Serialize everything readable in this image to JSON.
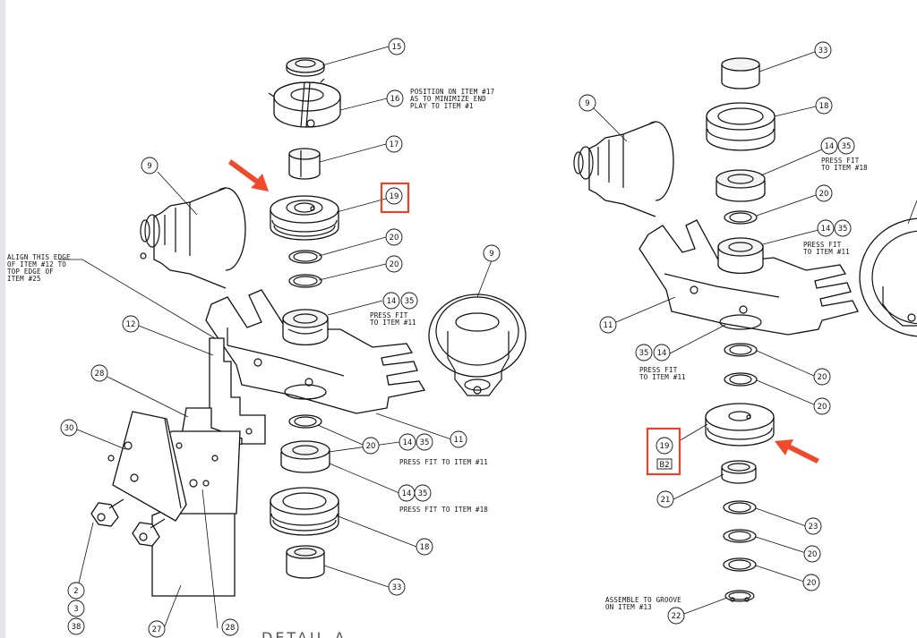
{
  "colors": {
    "highlight": "#e8432b",
    "arrow": "#ef4a2c",
    "line": "#111111"
  },
  "left_view": {
    "balloons": {
      "b15": "15",
      "b16": "16",
      "b17": "17",
      "b19": "19",
      "b9a": "9",
      "b20a": "20",
      "b20b": "20",
      "b14a": "14",
      "b35a": "35",
      "b9b": "9",
      "b12": "12",
      "b28a": "28",
      "b30": "30",
      "b20c": "20",
      "b14b": "14",
      "b35b": "35",
      "b11": "11",
      "b14c": "14",
      "b35c": "35",
      "b18": "18",
      "b33": "33",
      "b2": "2",
      "b3": "3",
      "b38": "38",
      "b27": "27",
      "b28b": "28"
    },
    "notes": {
      "pos1": "POSITION ON ITEM #17",
      "pos2": "AS TO MINIMIZE END",
      "pos3": "PLAY TO ITEM #1",
      "align1": "ALIGN THIS EDGE",
      "align2": "OF ITEM #12 TO",
      "align3": "TOP EDGE OF",
      "align4": "ITEM #25",
      "pf11a": "PRESS FIT",
      "pf11b": "TO ITEM #11",
      "pf11c": "PRESS FIT TO ITEM #11",
      "pf18": "PRESS FIT TO ITEM #18"
    },
    "detail_label": "DETAIL A"
  },
  "right_view": {
    "balloons": {
      "b33": "33",
      "b9": "9",
      "b18": "18",
      "b14a": "14",
      "b35a": "35",
      "b20a": "20",
      "b14b": "14",
      "b35b": "35",
      "b11": "11",
      "b35c": "35",
      "b14c": "14",
      "b20b": "20",
      "b20c": "20",
      "b19": "19",
      "b19_sub": "B2",
      "b21": "21",
      "b23": "23",
      "b20d": "20",
      "b20e": "20",
      "b22": "22"
    },
    "notes": {
      "pf18a": "PRESS FIT",
      "pf18b": "TO ITEM #18",
      "pf11a": "PRESS FIT",
      "pf11b": "TO ITEM #11",
      "pf11c": "PRESS FIT",
      "pf11d": "TO ITEM #11",
      "asm1": "ASSEMBLE TO GROOVE",
      "asm2": "ON ITEM #13"
    }
  }
}
